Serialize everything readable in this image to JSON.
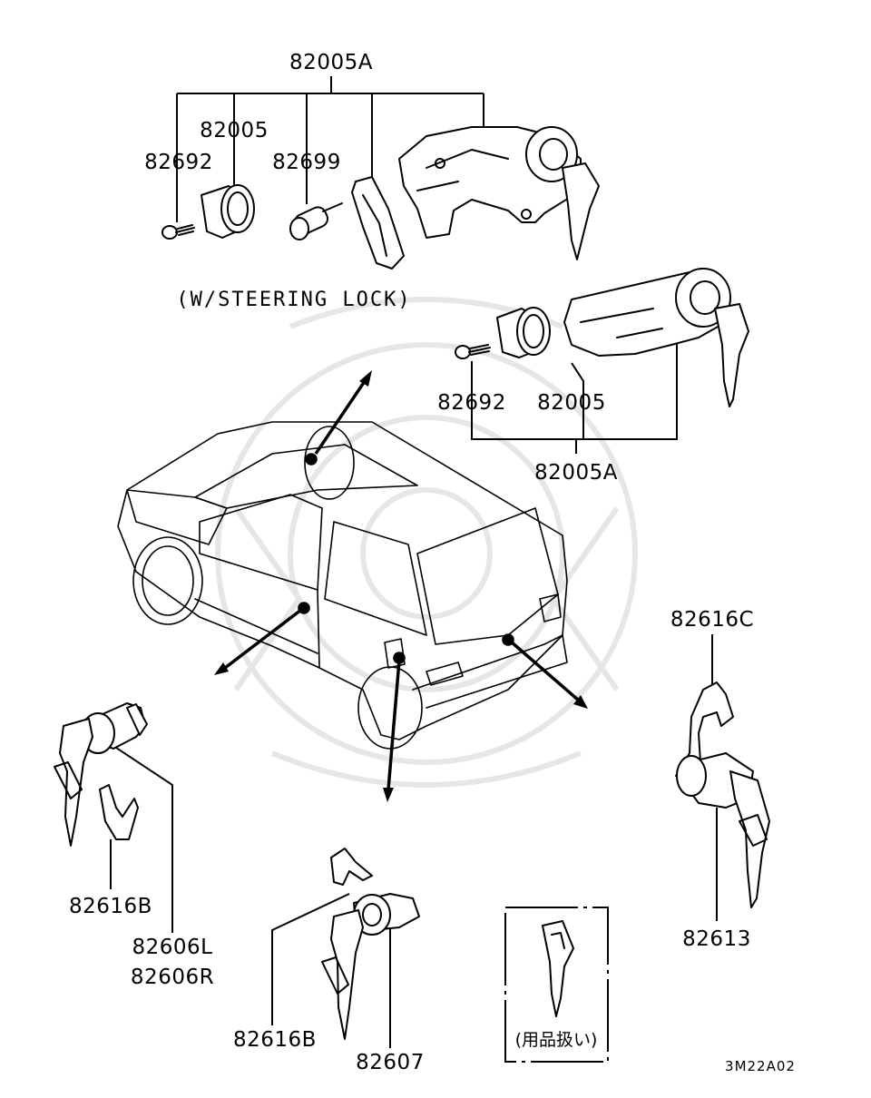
{
  "diagram": {
    "labels": {
      "p82005A_top": "82005A",
      "p82005_top": "82005",
      "p82692_top": "82692",
      "p82699": "82699",
      "steering_note": "(W/STEERING LOCK)",
      "p82692_mid": "82692",
      "p82005_mid": "82005",
      "p82005A_mid": "82005A",
      "p82616C": "82616C",
      "p82613": "82613",
      "p82616B_left": "82616B",
      "p82606L": "82606L",
      "p82606R": "82606R",
      "p82616B_bottom": "82616B",
      "p82607": "82607",
      "key_note": "(用品扱い)",
      "diagram_code": "3M22A02"
    },
    "icons": {
      "watermark": "logo-watermark-icon",
      "car": "hatchback-car-icon"
    },
    "colors": {
      "ink": "#000000",
      "background": "#ffffff",
      "watermark": "#e6e6e6"
    }
  }
}
